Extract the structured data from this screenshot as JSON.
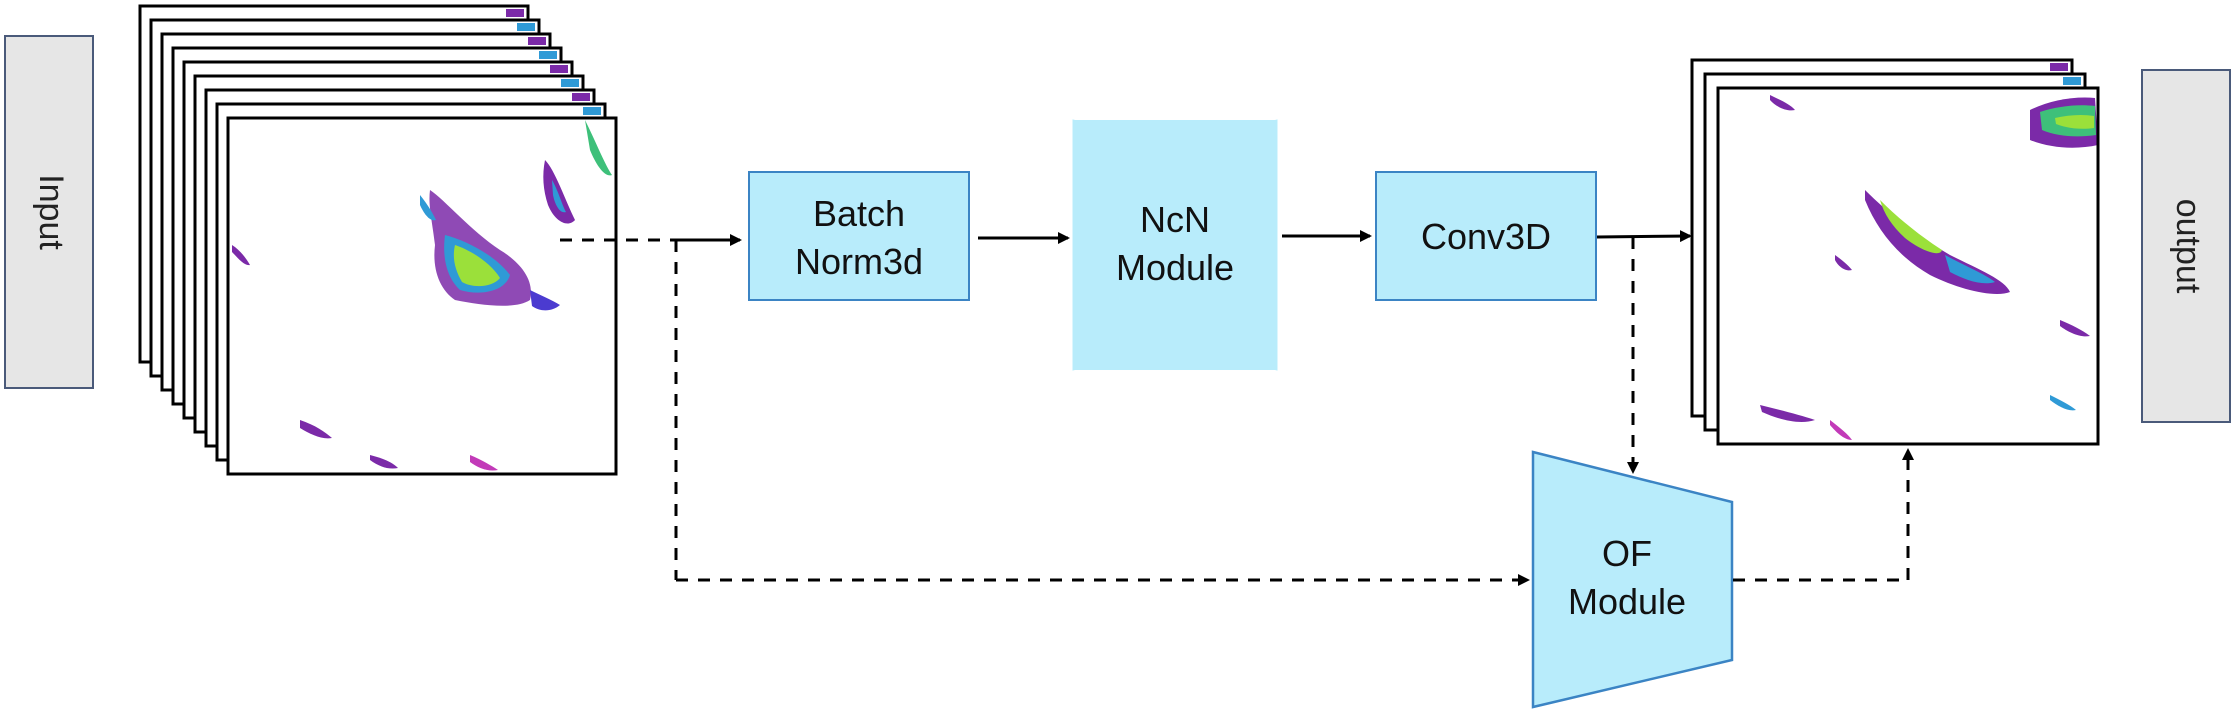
{
  "input_label": "Input",
  "output_label": "output",
  "batch_norm": {
    "line1": "Batch",
    "line2": "Norm3d"
  },
  "ncn_module": {
    "line1": "NcN",
    "line2": "Module"
  },
  "conv3d": {
    "label": "Conv3D"
  },
  "of_module": {
    "line1": "OF",
    "line2": "Module"
  },
  "colors": {
    "module_fill": "#b8ecfb",
    "module_stroke": "#3b84c4",
    "side_fill": "#e6e6e6",
    "side_stroke": "#4a5a7a",
    "arrow": "#000000"
  },
  "input_stack_count": 9,
  "output_stack_count": 3
}
